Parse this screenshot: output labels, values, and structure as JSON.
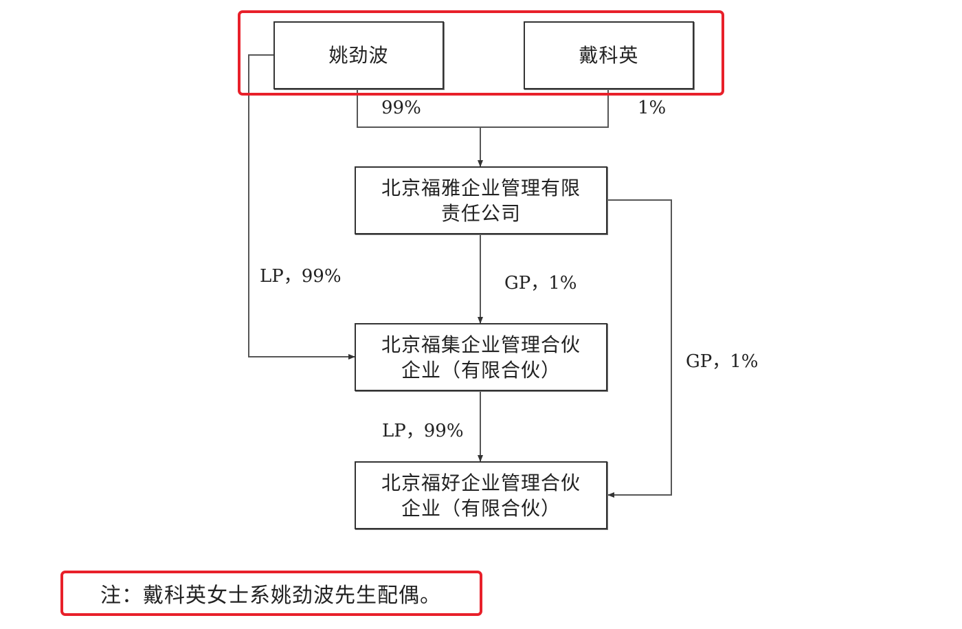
{
  "persons": [
    {
      "name": "姚劲波"
    },
    {
      "name": "戴科英"
    }
  ],
  "entities": [
    {
      "lines": [
        "北京福雅企业管理有限",
        "责任公司"
      ]
    },
    {
      "lines": [
        "北京福集企业管理合伙",
        "企业（有限合伙）"
      ]
    },
    {
      "lines": [
        "北京福好企业管理合伙",
        "企业（有限合伙）"
      ]
    }
  ],
  "edges": {
    "yao_to_fuya": "99%",
    "dai_to_fuya": "1%",
    "yao_to_fuji": "LP，99%",
    "fuya_to_fuji": "GP，1%",
    "fuya_to_fuhao": "GP，1%",
    "fuji_to_fuhao": "LP，99%"
  },
  "note": "注：戴科英女士系姚劲波先生配偶。",
  "colors": {
    "highlight": "#e8202a",
    "line": "#333333"
  }
}
